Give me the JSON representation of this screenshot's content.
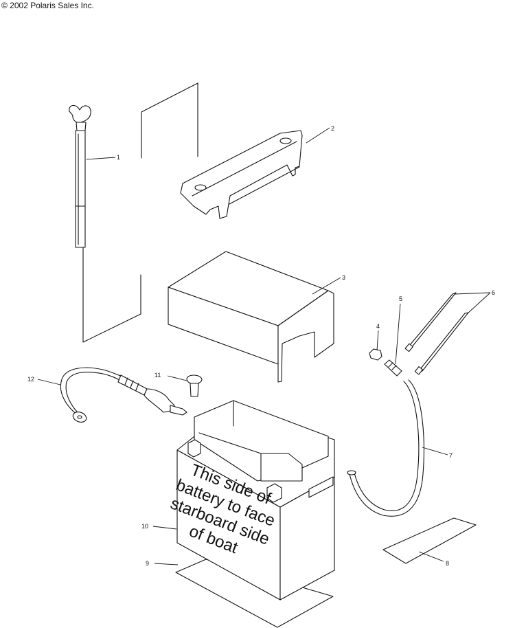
{
  "copyright": "© 2002 Polaris Sales Inc.",
  "battery_label_lines": [
    "This side of",
    "battery to face",
    "starboard side",
    "of boat"
  ],
  "callouts": {
    "c1": "1",
    "c2": "2",
    "c3": "3",
    "c4": "4",
    "c5": "5",
    "c6": "6",
    "c7": "7",
    "c8": "8",
    "c9": "9",
    "c10": "10",
    "c11": "11",
    "c12": "12"
  }
}
